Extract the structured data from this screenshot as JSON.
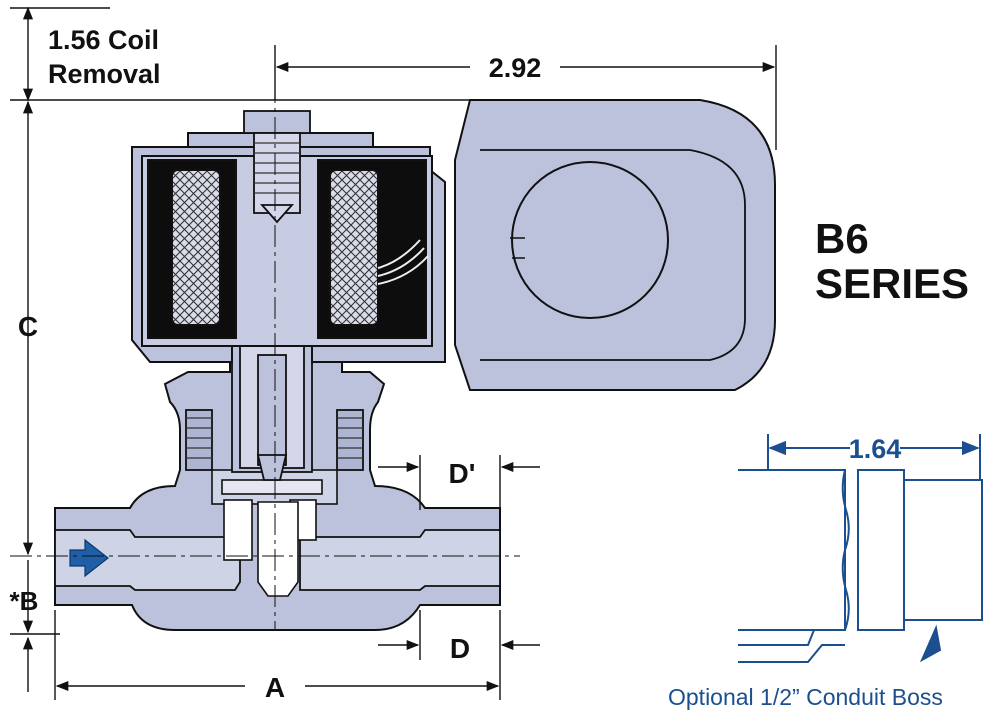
{
  "labels": {
    "coil_removal_value": "1.56 Coil",
    "coil_removal_word": "Removal",
    "width_292": "2.92",
    "dim_c": "C",
    "dim_b": "*B",
    "dim_a": "A",
    "dim_d_prime": "D'",
    "dim_d": "D",
    "series_line1": "B6",
    "series_line2": "SERIES",
    "width_164": "1.64",
    "conduit_caption": "Optional 1/2” Conduit Boss"
  },
  "colors": {
    "body_fill": "#bcc2dc",
    "outline": "#111111",
    "coil_black": "#0d0d0d",
    "flow_arrow": "#1f5fa8",
    "inset_blue": "#1b4f8f",
    "label_text": "#111111"
  }
}
